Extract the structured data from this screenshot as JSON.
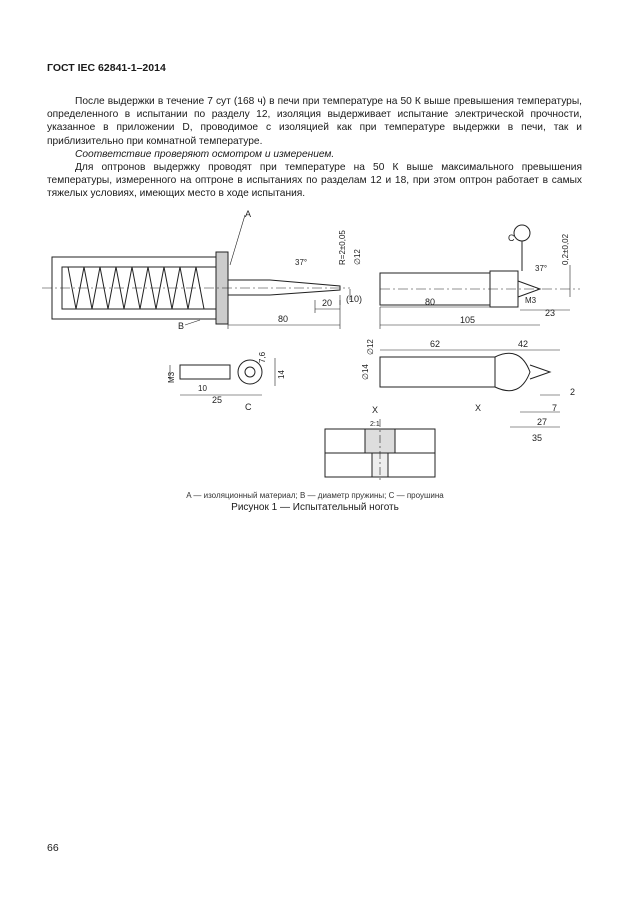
{
  "header": {
    "doc_id": "ГОСТ IEC 62841-1–2014"
  },
  "paragraphs": [
    {
      "text": "После выдержки в течение 7 сут (168 ч) в печи при температуре на 50 К выше превышения температуры, определенного в испытании по разделу 12, изоляция выдерживает испытание электрической прочности, указанное в приложении D, проводимое с изоляцией как при температуре выдержки в печи, так и приблизительно при комнатной температуре.",
      "italic": false
    },
    {
      "text": "Соответствие проверяют осмотром и измерением.",
      "italic": true
    },
    {
      "text": "Для оптронов выдержку проводят при температуре на 50 К выше максимального превышения температуры, измеренного на оптроне в испытаниях по разделам 12 и 18, при этом оптрон работает в самых тяжелых условиях, имеющих место в ходе испытания.",
      "italic": false
    }
  ],
  "figure": {
    "labels": {
      "a": "A",
      "b": "B",
      "c1": "C",
      "c2": "C",
      "x1": "X",
      "x2": "X",
      "scale": "2:1"
    },
    "dims": {
      "d80a": "80",
      "d20": "20",
      "d10": "(10)",
      "r": "R=2±0,05",
      "ang1": "37°",
      "dia12": "∅12",
      "ang2": "37°",
      "d02": "0,2±0,02",
      "d80b": "80",
      "d105": "105",
      "d23": "23",
      "m3a": "M3",
      "m3b": "M3",
      "d10b": "10",
      "d25": "25",
      "d76": "7,6",
      "d14": "14",
      "d62": "62",
      "d42": "42",
      "dia14": "∅14",
      "dia12b": "∅12",
      "d2": "2",
      "d7": "7",
      "d27": "27",
      "d35": "35"
    }
  },
  "legend": "A — изоляционный материал; B — диаметр пружины; C — проушина",
  "caption": "Рисунок 1 — Испытательный ноготь",
  "page_number": "66"
}
